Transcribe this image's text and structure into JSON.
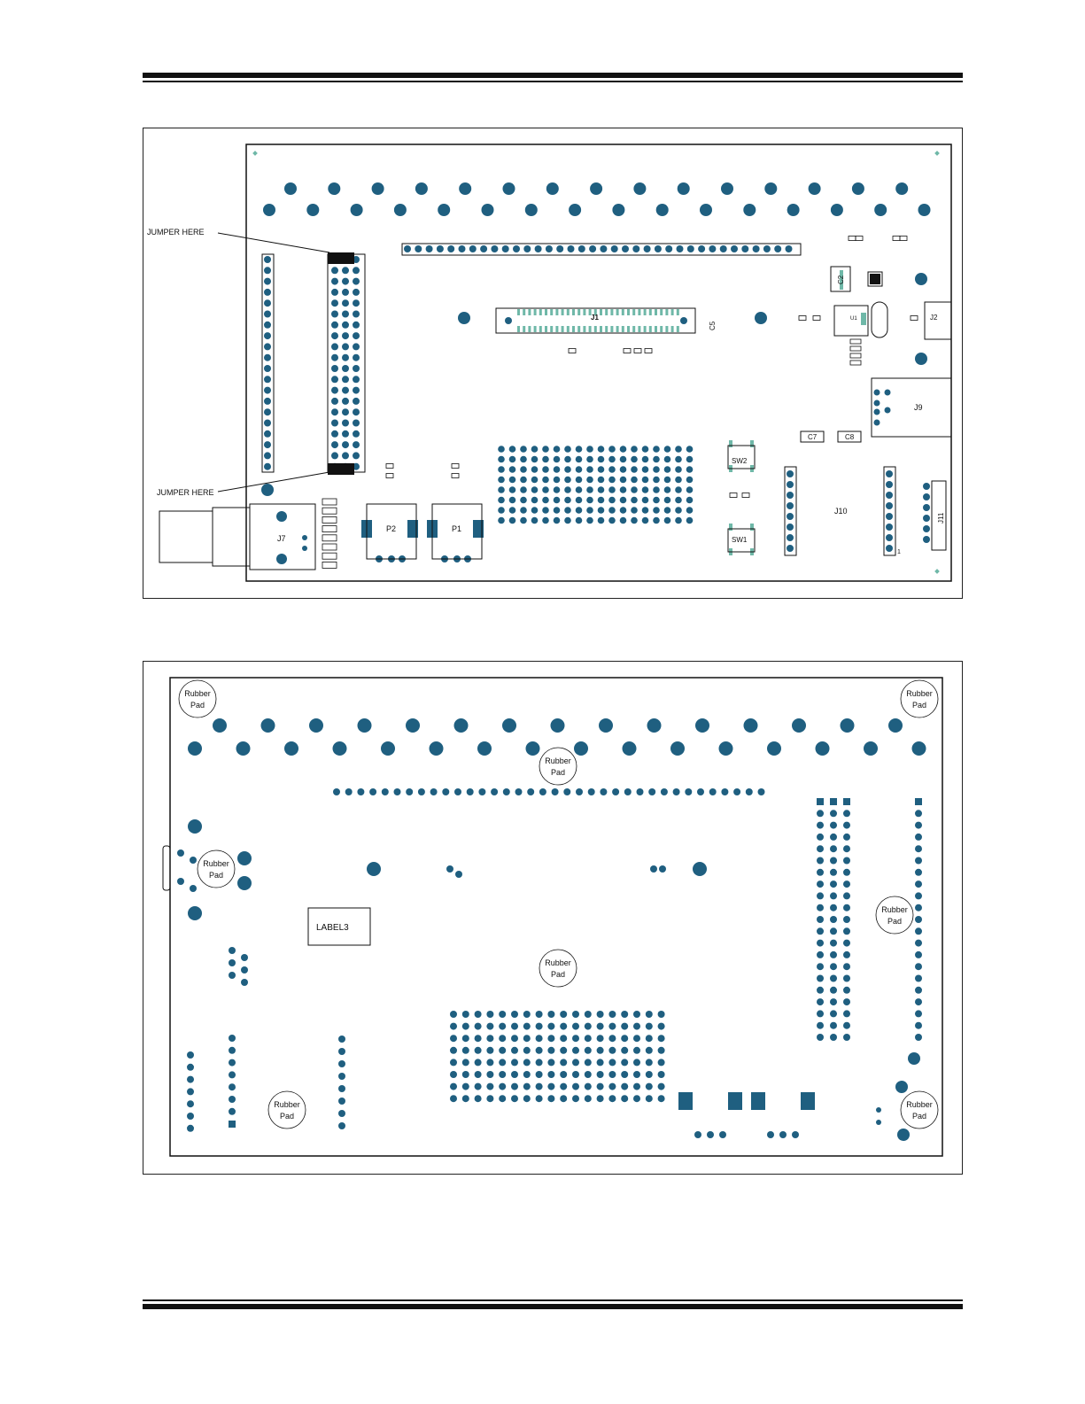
{
  "colors": {
    "pad": "#1f5f80",
    "pad_dark": "#11405a",
    "smd": "#6fb8a8",
    "ink": "#111111"
  },
  "top_view": {
    "jumper_label_upper": "JUMPER HERE",
    "jumper_label_lower": "JUMPER HERE",
    "connectors": {
      "j1": "J1",
      "j7": "J7",
      "j9": "J9",
      "j10": "J10",
      "j11": "J11",
      "j2": "J2",
      "p1": "P1",
      "p2": "P2",
      "sw1": "SW1",
      "sw2": "SW2",
      "c7": "C7",
      "c8": "C8",
      "c2": "C2",
      "c5": "C5",
      "u1": "U1",
      "pin1": "1"
    }
  },
  "bottom_view": {
    "rubber_pad_label_line1": "Rubber",
    "rubber_pad_label_line2": "Pad",
    "label3": "LABEL3"
  }
}
